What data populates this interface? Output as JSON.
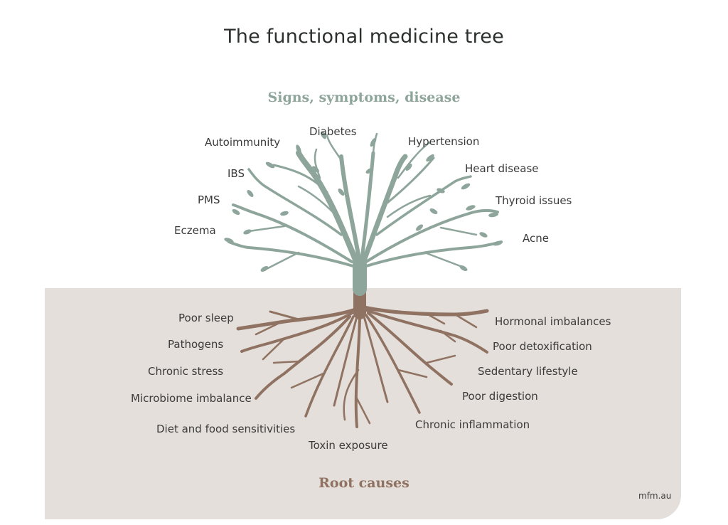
{
  "title": "The functional medicine tree",
  "top_heading": "Signs, symptoms, disease",
  "bottom_heading": "Root causes",
  "brand": "mfm.au",
  "symptoms": {
    "autoimmunity": "Autoimmunity",
    "diabetes": "Diabetes",
    "hypertension": "Hypertension",
    "ibs": "IBS",
    "heart_disease": "Heart disease",
    "pms": "PMS",
    "thyroid_issues": "Thyroid issues",
    "eczema": "Eczema",
    "acne": "Acne"
  },
  "root_causes": {
    "poor_sleep": "Poor sleep",
    "pathogens": "Pathogens",
    "chronic_stress": "Chronic stress",
    "microbiome_imbalance": "Microbiome imbalance",
    "diet_food_sensitivities": "Diet and food sensitivities",
    "toxin_exposure": "Toxin exposure",
    "chronic_inflammation": "Chronic inflammation",
    "poor_digestion": "Poor digestion",
    "sedentary_lifestyle": "Sedentary lifestyle",
    "poor_detoxification": "Poor detoxification",
    "hormonal_imbalances": "Hormonal imbalances"
  },
  "colors": {
    "tree": "#8ea59b",
    "roots": "#8f7261",
    "ground": "#e4dfda",
    "title": "#2b302d"
  }
}
